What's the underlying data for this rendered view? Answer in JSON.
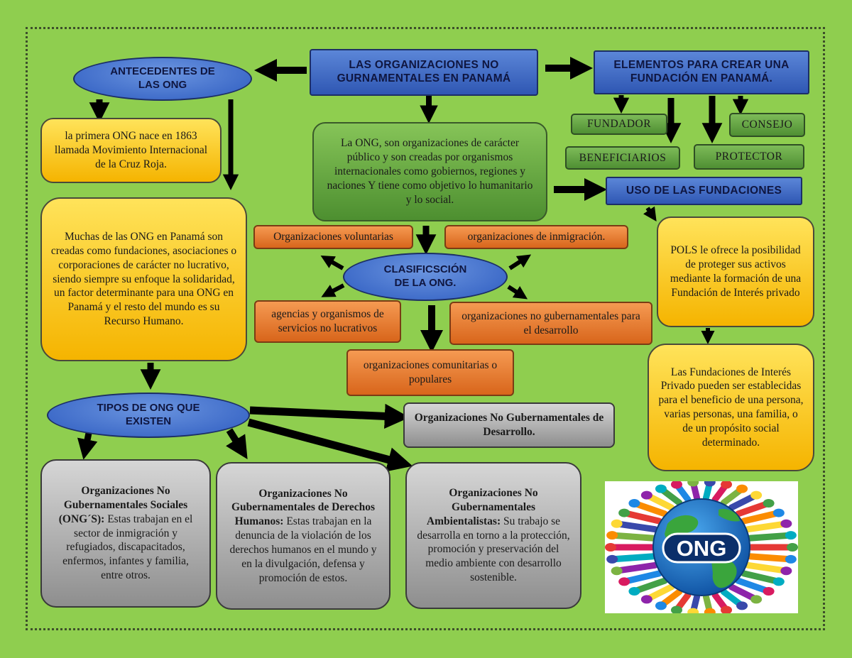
{
  "title": "LAS ORGANIZACIONES NO GURNAMENTALES EN PANAMÁ",
  "antecedentes": {
    "title": "ANTECEDENTES DE LAS ONG",
    "first": "la primera ONG nace en 1863 llamada Movimiento Internacional de la Cruz Roja.",
    "panama": "Muchas de las ONG en Panamá son creadas como fundaciones, asociaciones o corporaciones de carácter no lucrativo, siendo siempre su enfoque la solidaridad, un factor determinante para una ONG en Panamá y el resto del mundo es su Recurso Humano."
  },
  "definition": "La ONG, son organizaciones de carácter público y son creadas por organismos internacionales como gobiernos, regiones y naciones Y tiene como objetivo lo humanitario y lo social.",
  "clasificacion": {
    "title": "CLASIFICSCIÓN DE LA ONG.",
    "items": [
      "Organizaciones voluntarias",
      "organizaciones de inmigración.",
      "agencias y organismos de servicios no lucrativos",
      "organizaciones no gubernamentales para el desarrollo",
      "organizaciones comunitarias o populares"
    ]
  },
  "elementos": {
    "title": "ELEMENTOS PARA CREAR UNA FUNDACIÓN EN PANAMÁ.",
    "items": [
      "FUNDADOR",
      "CONSEJO",
      "BENEFICIARIOS",
      "PROTECTOR"
    ]
  },
  "uso": {
    "title": "USO DE LAS FUNDACIONES",
    "text1": "POLS le ofrece la posibilidad de proteger sus activos mediante la formación de una Fundación de Interés privado",
    "text2": "Las Fundaciones de Interés Privado pueden ser establecidas para el beneficio de una persona, varias personas, una familia, o de un propósito social determinado."
  },
  "tipos": {
    "title": "TIPOS DE ONG QUE EXISTEN",
    "desarrollo": "Organizaciones No Gubernamentales de Desarrollo.",
    "sociales_title": "Organizaciones No Gubernamentales Sociales (ONG´S):",
    "sociales_text": "Estas trabajan en el sector de inmigración y refugiados, discapacitados, enfermos, infantes y familia, entre otros.",
    "ddhh_title": "Organizaciones No Gubernamentales de Derechos Humanos:",
    "ddhh_text": "Estas trabajan en la denuncia de la violación de los derechos humanos en el mundo y en la divulgación, defensa y promoción de estos.",
    "amb_title": "Organizaciones No Gubernamentales Ambientalistas:",
    "amb_text": "Su trabajo se desarrolla en torno a la protección, promoción y preservación del medio ambiente con desarrollo sostenible."
  },
  "logo_text": "ONG",
  "colors": {
    "background": "#8fce4f",
    "yellow": "#f5b400",
    "orange": "#d8651b",
    "green": "#4d8f30",
    "blue": "#2f57b3",
    "gray": "#8e8e8e"
  }
}
